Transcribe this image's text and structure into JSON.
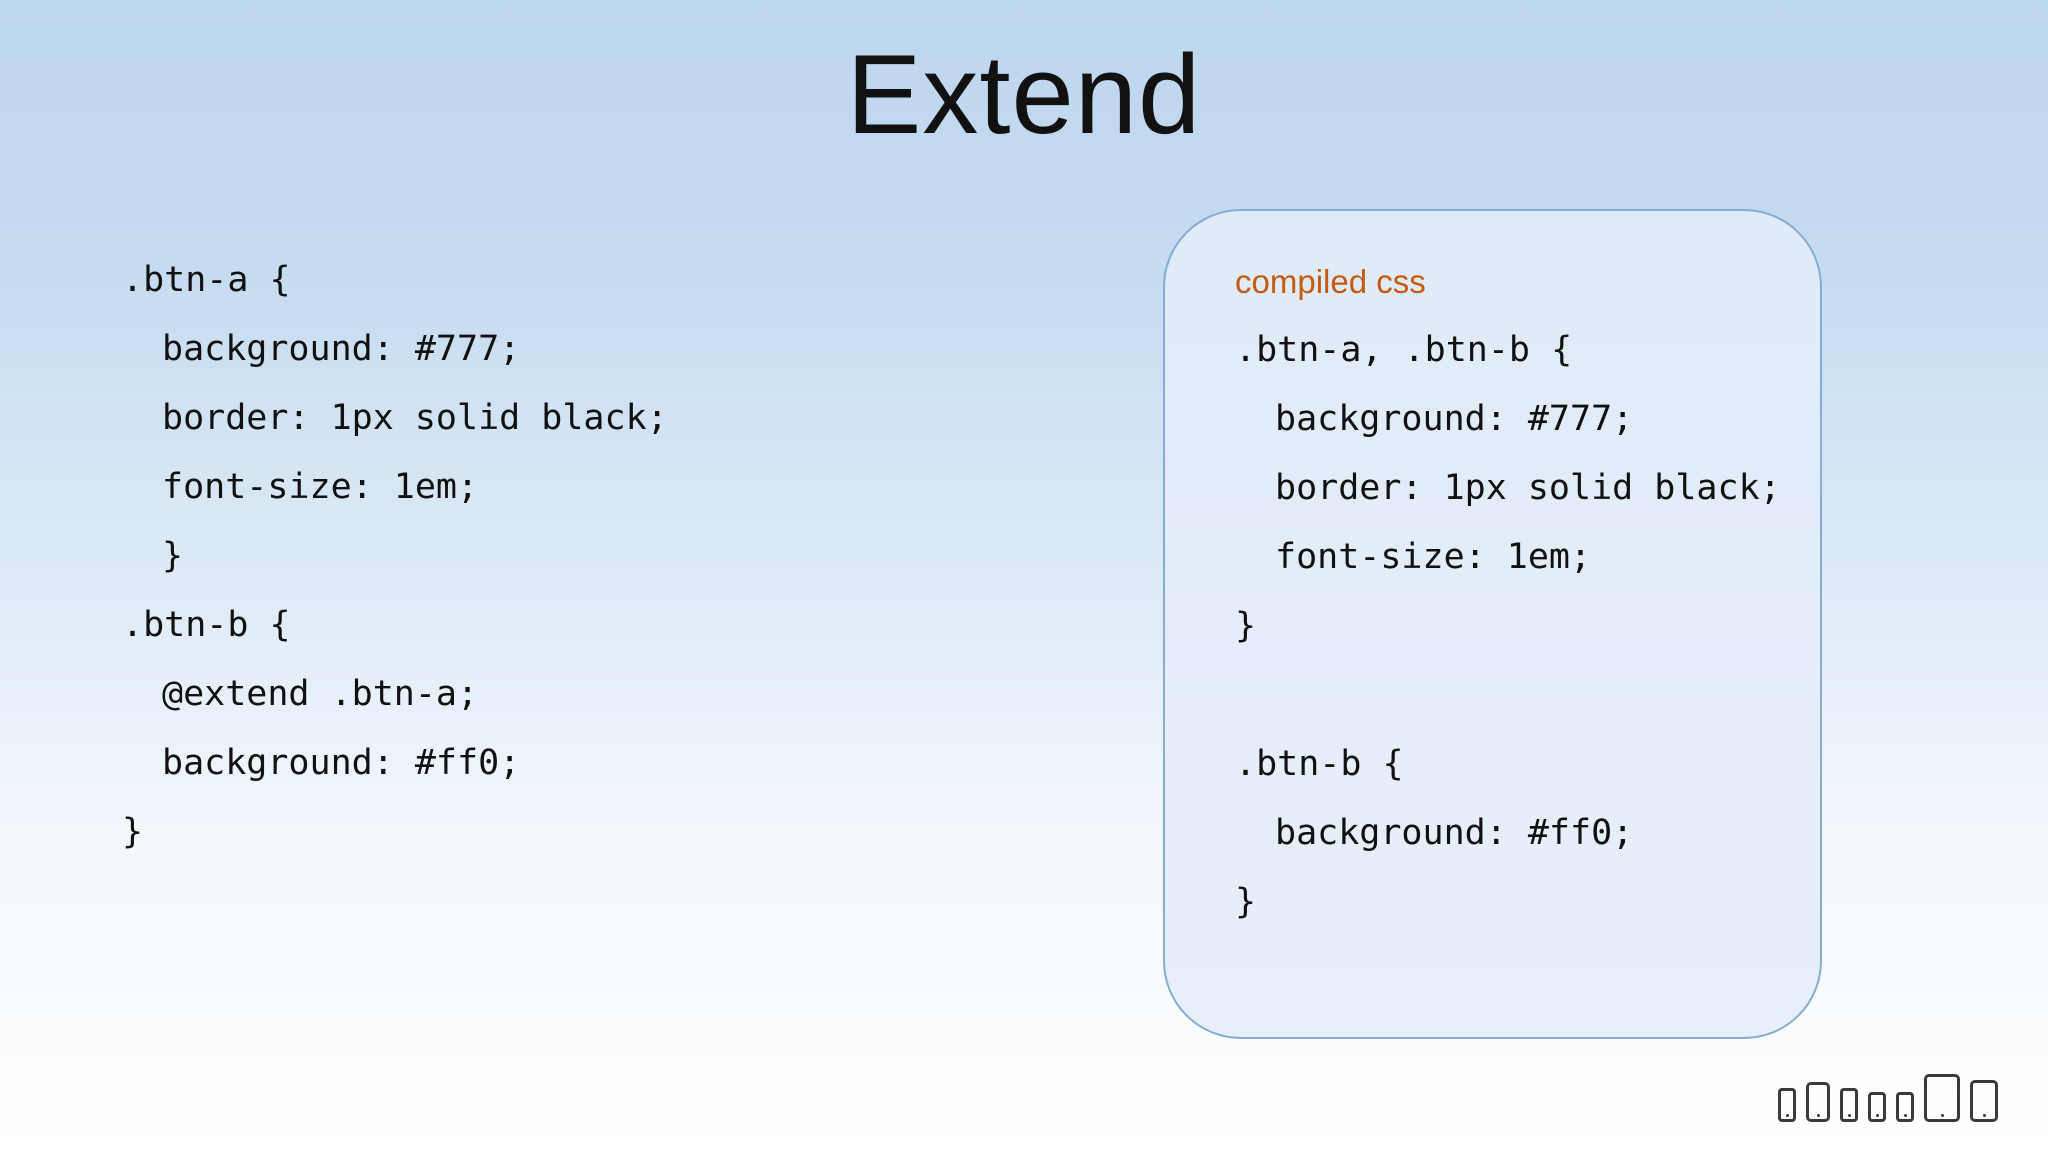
{
  "slide": {
    "title": "Extend"
  },
  "source_code": {
    "lines": [
      ".btn-a {",
      "background: #777;",
      "border: 1px solid black;",
      "font-size: 1em;",
      "}",
      ".btn-b {",
      "@extend .btn-a;",
      "background: #ff0;",
      "}"
    ]
  },
  "compiled": {
    "label": "compiled css",
    "label_color": "#c55a11",
    "lines": [
      ".btn-a, .btn-b {",
      "background: #777;",
      "border: 1px solid black;",
      "font-size: 1em;",
      "}",
      "",
      ".btn-b {",
      "background: #ff0;",
      "}"
    ]
  },
  "footer": {
    "devices": [
      "phone-icon",
      "phone-icon",
      "phone-icon",
      "phone-icon",
      "phone-icon",
      "tablet-icon",
      "tablet-icon"
    ]
  }
}
